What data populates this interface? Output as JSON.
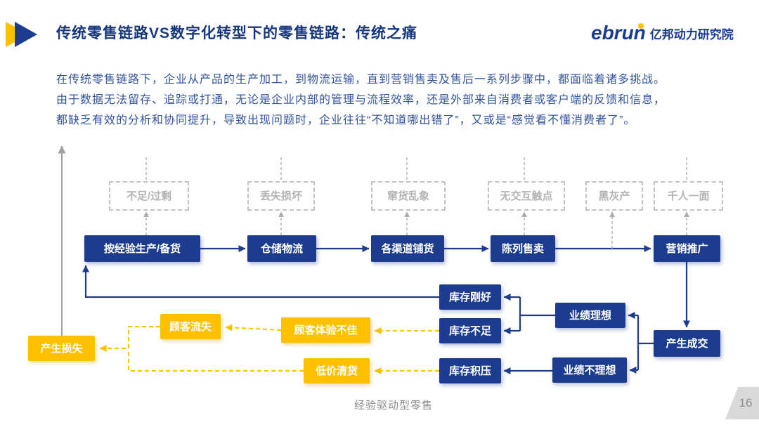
{
  "header": {
    "title": "传统零售链路VS数字化转型下的零售链路：传统之痛",
    "logo": {
      "wordmark": "ebrun",
      "cn": "亿邦动力研究院"
    }
  },
  "intro": {
    "lines": [
      "在传统零售链路下，企业从产品的生产加工，到物流运输，直到营销售卖及售后一系列步骤中，都面临着诸多挑战。",
      "由于数据无法留存、追踪或打通，无论是企业内部的管理与流程效率，还是外部来自消费者或客户端的反馈和信息，",
      "都缺乏有效的分析和协同提升，导致出现问题时，企业往往“不知道哪出错了”，又或是“感觉看不懂消费者了”。"
    ]
  },
  "diagram": {
    "problems": [
      "不足/过剩",
      "丢失损坏",
      "窜货乱象",
      "无交互触点",
      "黑灰产",
      "千人一面"
    ],
    "steps": [
      "按经验生产/备货",
      "仓储物流",
      "各渠道铺货",
      "陈列售卖",
      "营销推广"
    ],
    "deal": "产生成交",
    "performance": [
      "业绩理想",
      "业绩不理想"
    ],
    "inventory": [
      "库存刚好",
      "库存不足",
      "库存积压"
    ],
    "loss": "产生损失",
    "consequences": [
      "顾客流失",
      "顾客体验不佳",
      "低价清货"
    ]
  },
  "footer": {
    "caption": "经验驱动型零售",
    "page": "16"
  },
  "colors": {
    "primary_blue": "#1B3C8F",
    "accent_yellow": "#FFC000",
    "gray": "#9E9E9E"
  }
}
